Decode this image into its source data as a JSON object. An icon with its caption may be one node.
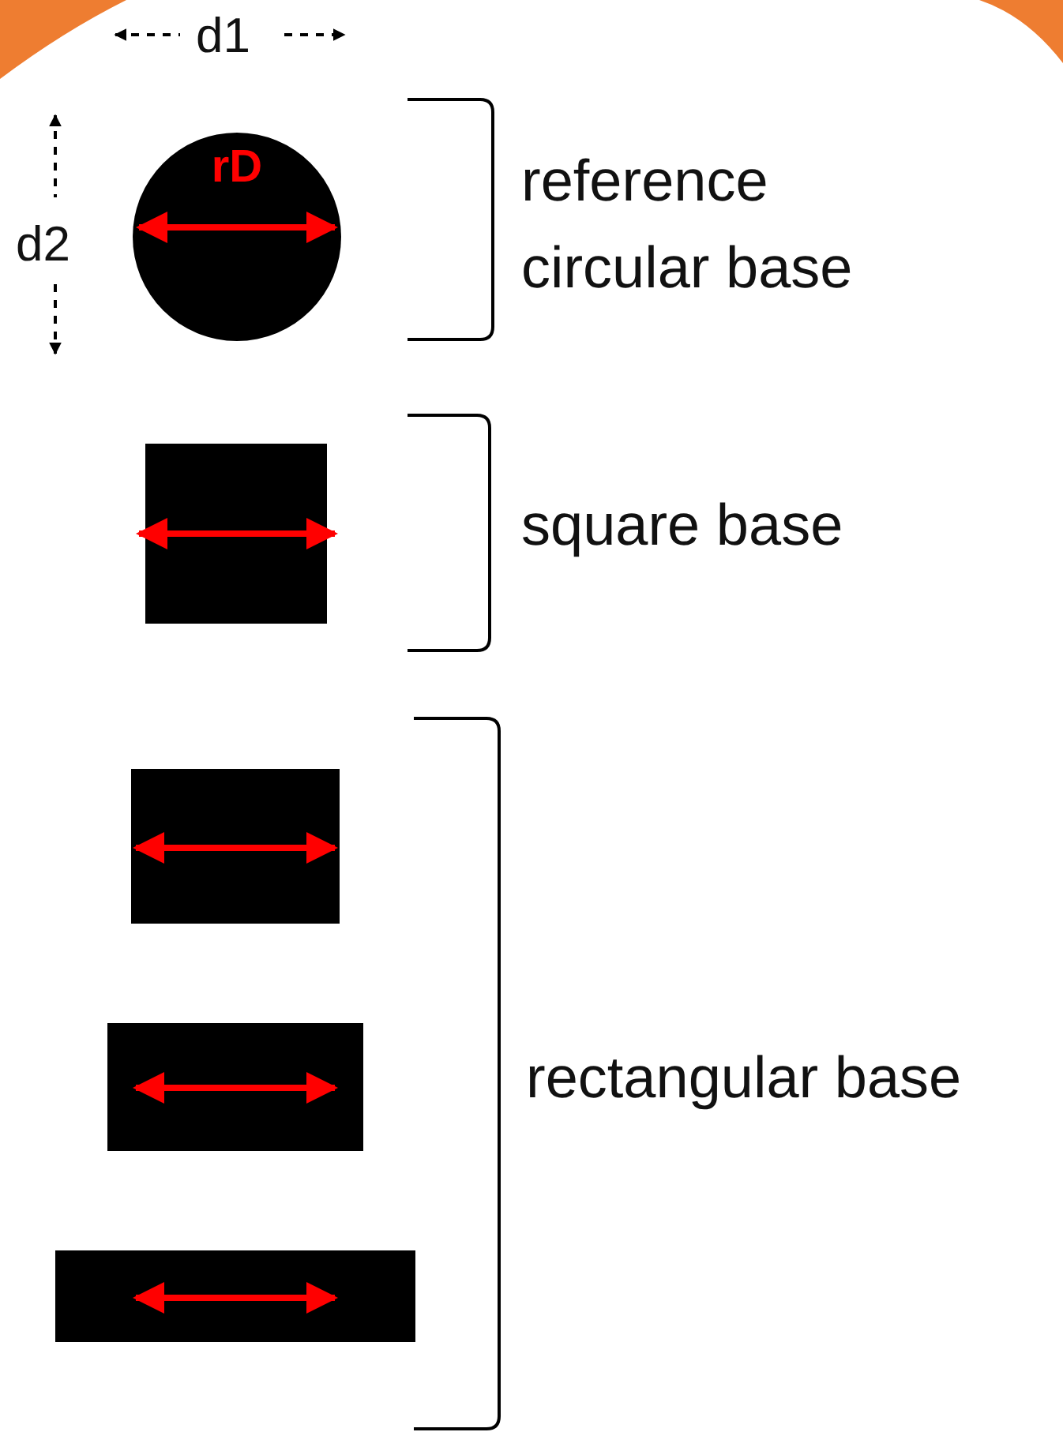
{
  "diagram": {
    "nodes": [
      {
        "text": [
          "rD"
        ]
      },
      {
        "text": [],
        "shape": "box"
      },
      {
        "text": [],
        "shape": "box"
      },
      {
        "text": [],
        "shape": "box"
      },
      {
        "text": [],
        "shape": "box"
      }
    ],
    "labels": [
      "d1",
      "d2",
      "reference circular base",
      "square base",
      "rectangular base"
    ]
  }
}
